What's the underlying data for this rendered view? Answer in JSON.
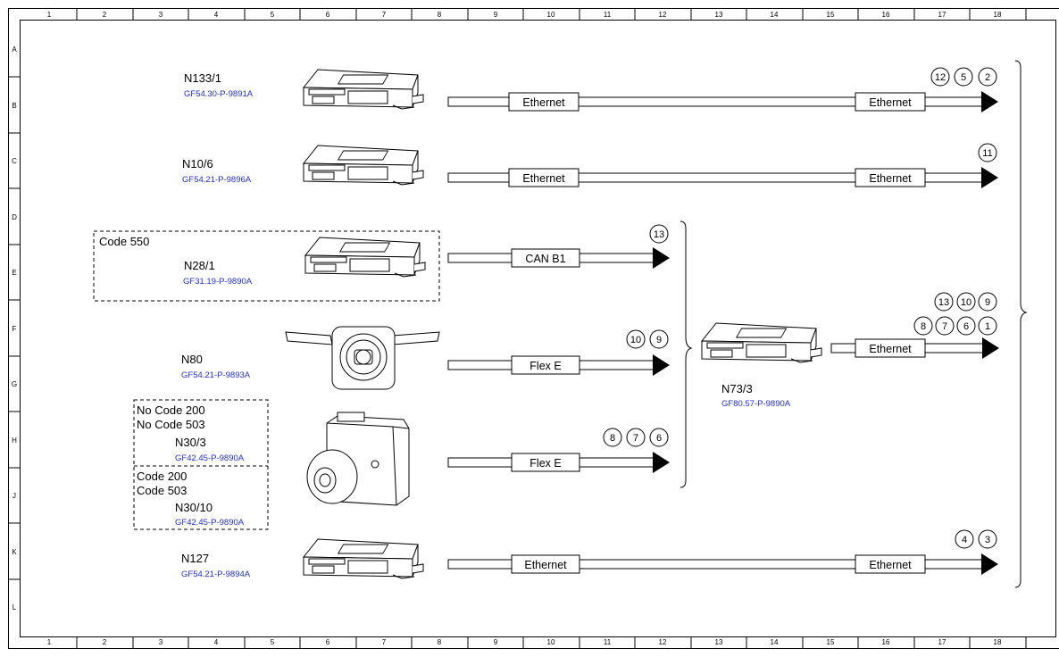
{
  "ruler": {
    "columns": [
      "1",
      "2",
      "3",
      "4",
      "5",
      "6",
      "7",
      "8",
      "9",
      "10",
      "11",
      "12",
      "13",
      "14",
      "15",
      "16",
      "17",
      "18"
    ],
    "rows": [
      "A",
      "B",
      "C",
      "D",
      "E",
      "F",
      "G",
      "H",
      "J",
      "K",
      "L"
    ]
  },
  "components": [
    {
      "id": "n133_1",
      "name": "N133/1",
      "ref": "GF54.30-P-9891A",
      "icon": "control-unit-icon"
    },
    {
      "id": "n10_6",
      "name": "N10/6",
      "ref": "GF54.21-P-9896A",
      "icon": "control-unit-icon"
    },
    {
      "id": "n28_1",
      "name": "N28/1",
      "ref": "GF31.19-P-9890A",
      "icon": "control-unit-icon"
    },
    {
      "id": "n80",
      "name": "N80",
      "ref": "GF54.21-P-9893A",
      "icon": "steering-column-module-icon"
    },
    {
      "id": "n30_3",
      "name": "N30/3",
      "ref": "GF42.45-P-9890A",
      "icon": "abs-unit-icon"
    },
    {
      "id": "n30_10",
      "name": "N30/10",
      "ref": "GF42.45-P-9890A",
      "icon": "abs-unit-icon"
    },
    {
      "id": "n127",
      "name": "N127",
      "ref": "GF54.21-P-9894A",
      "icon": "control-unit-icon"
    },
    {
      "id": "n73_3",
      "name": "N73/3",
      "ref": "GF80.57-P-9890A",
      "icon": "control-unit-icon"
    }
  ],
  "codes": {
    "code550": "Code 550",
    "no_code200": "No Code 200",
    "no_code503": "No Code 503",
    "code200": "Code 200",
    "code503": "Code 503"
  },
  "buses": {
    "row1": {
      "left": "Ethernet",
      "right": "Ethernet",
      "markers": [
        "12",
        "5",
        "2"
      ]
    },
    "row2": {
      "left": "Ethernet",
      "right": "Ethernet",
      "markers": [
        "11"
      ]
    },
    "row3": {
      "left": "CAN B1",
      "markers": [
        "13"
      ]
    },
    "row4": {
      "left": "Flex E",
      "markers": [
        "10",
        "9"
      ]
    },
    "row5": {
      "left": "Flex E",
      "markers": [
        "8",
        "7",
        "6"
      ]
    },
    "row6": {
      "left": "Ethernet",
      "right": "Ethernet",
      "markers": [
        "4",
        "3"
      ]
    },
    "n73": {
      "label": "Ethernet",
      "markers_top": [
        "13",
        "10",
        "9"
      ],
      "markers_bottom": [
        "8",
        "7",
        "6",
        "1"
      ]
    }
  }
}
